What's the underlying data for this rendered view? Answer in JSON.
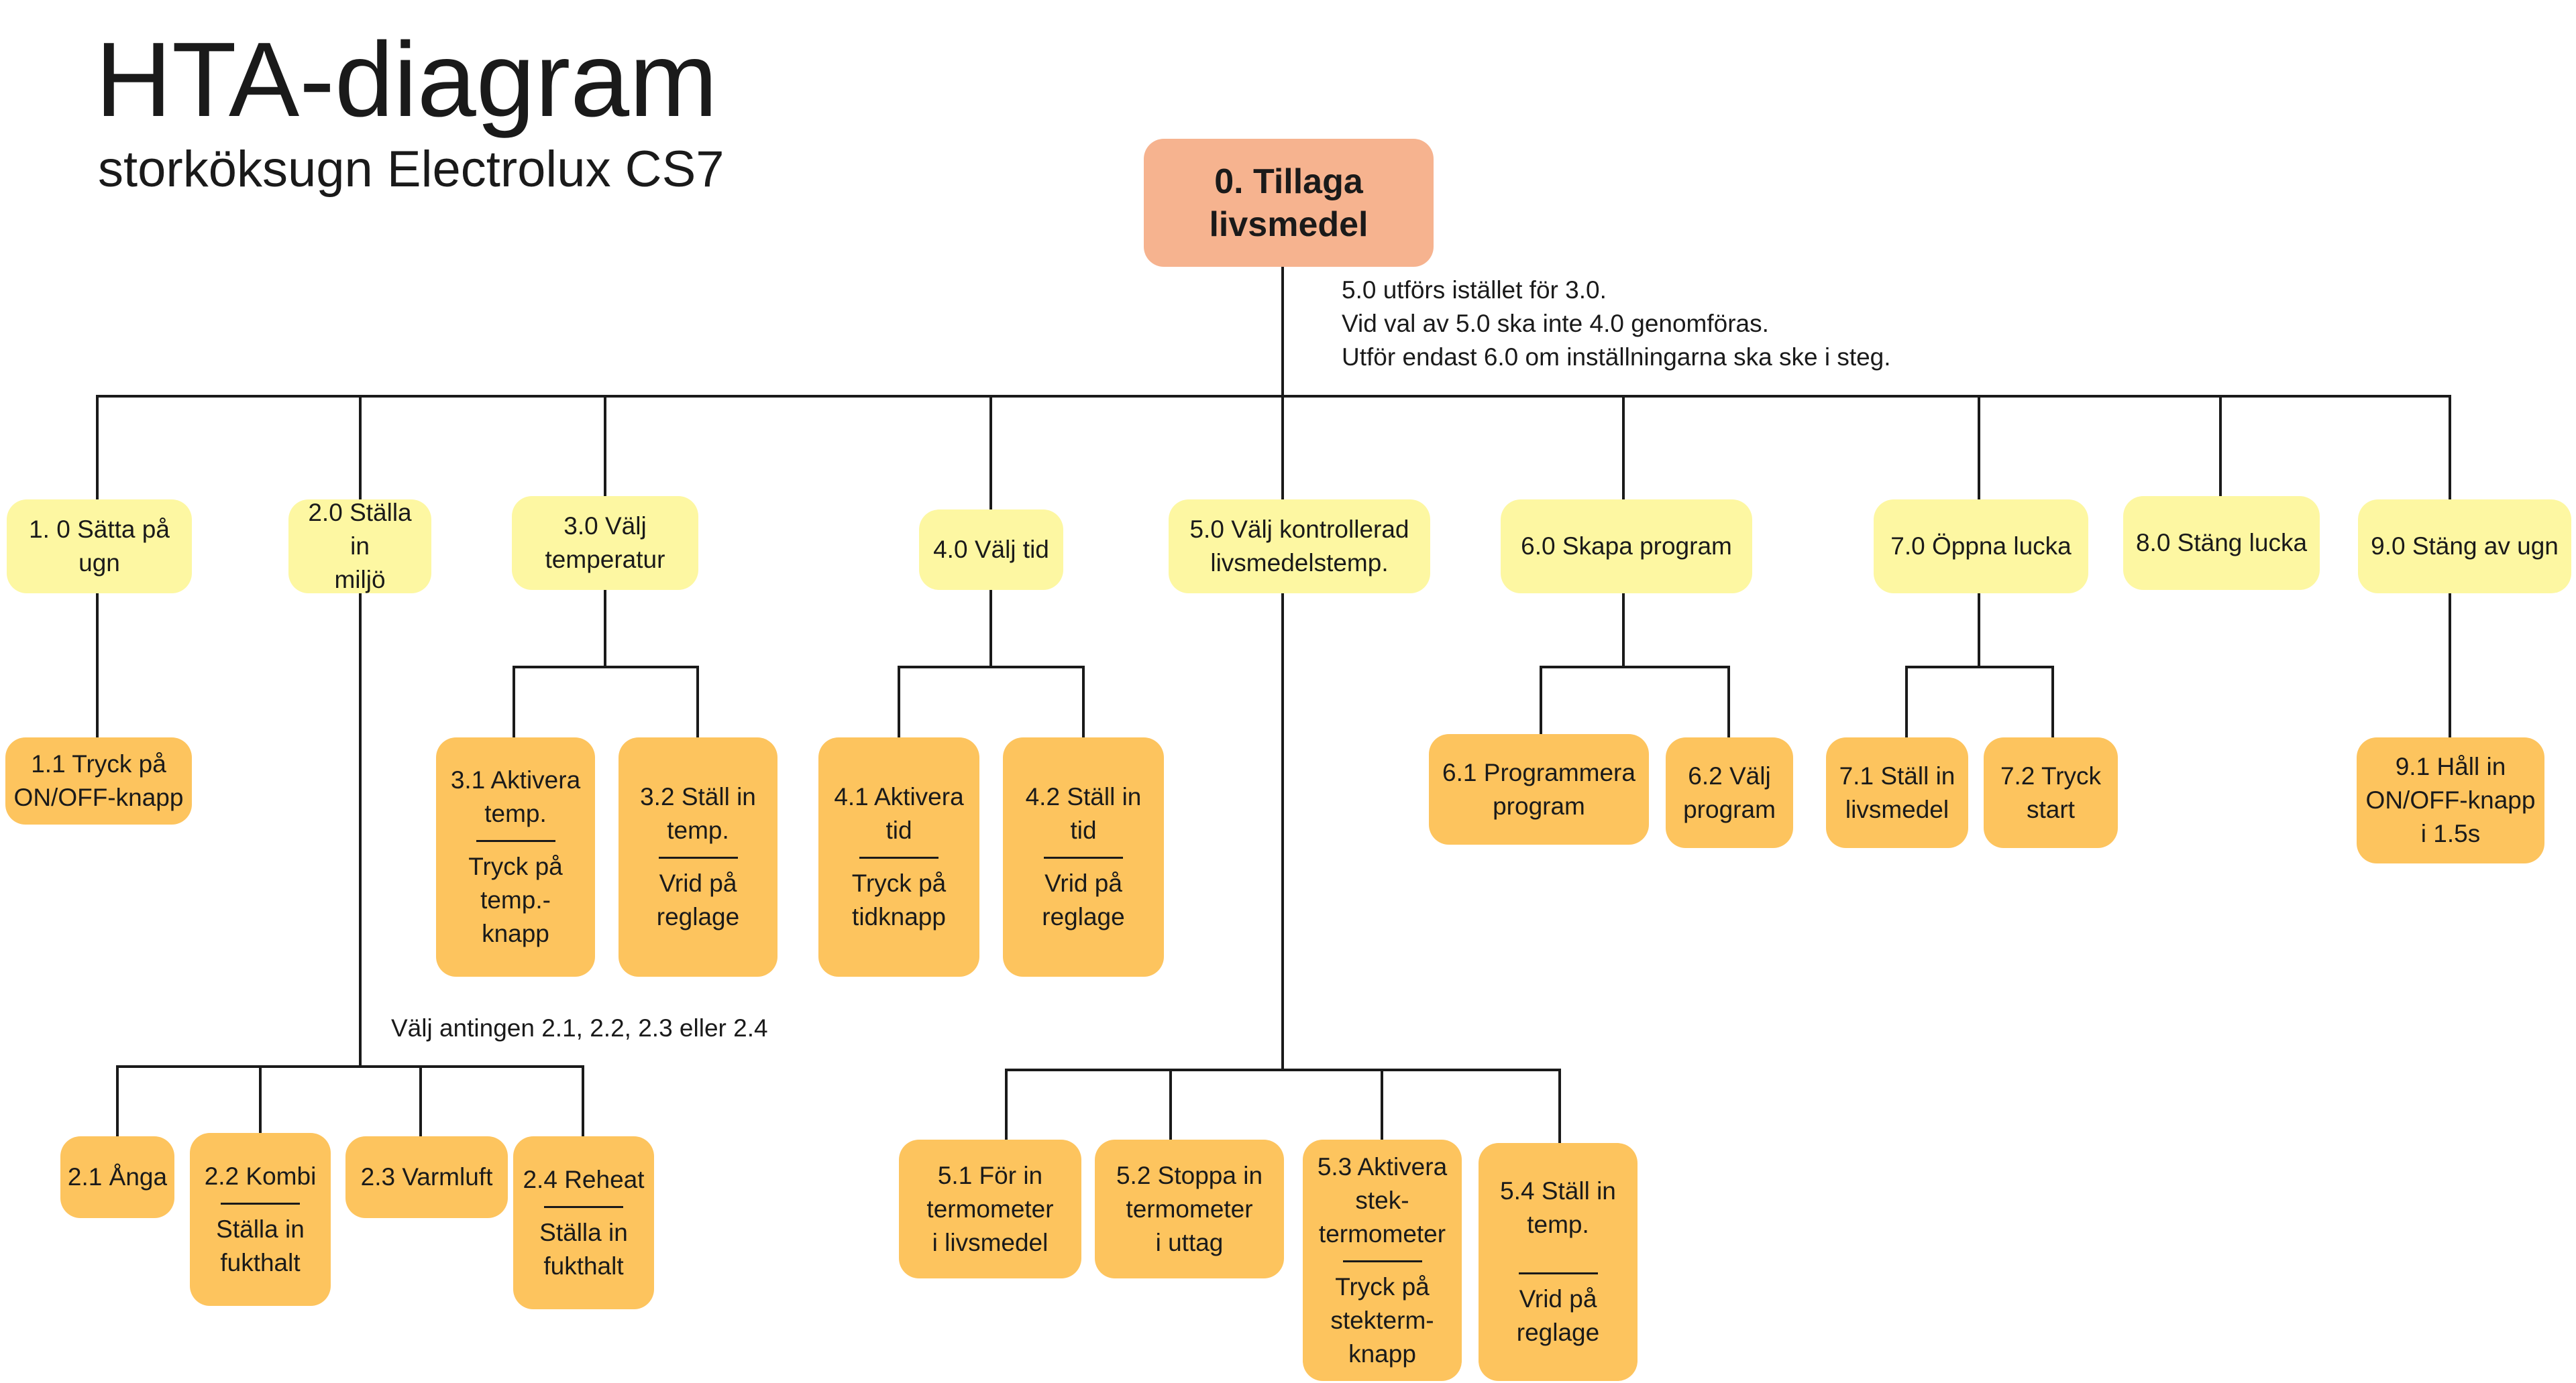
{
  "title": "HTA-diagram",
  "subtitle": "storköksugn Electrolux CS7",
  "root": "0. Tillaga\nlivsmedel",
  "root_notes": [
    "5.0 utförs istället för 3.0.",
    "Vid val av 5.0 ska inte 4.0 genomföras.",
    "Utför endast 6.0 om inställningarna ska ske i steg."
  ],
  "note_2": "Välj antingen 2.1, 2.2, 2.3 eller 2.4",
  "tasks": {
    "t1": "1. 0 Sätta på ugn",
    "t2": "2.0 Ställa in\nmiljö",
    "t3": "3.0 Välj\ntemperatur",
    "t4": "4.0 Välj tid",
    "t5": "5.0 Välj kontrollerad\nlivsmedelstemp.",
    "t6": "6.0 Skapa program",
    "t7": "7.0 Öppna lucka",
    "t8": "8.0 Stäng lucka",
    "t9": "9.0 Stäng av ugn"
  },
  "subtasks": {
    "s11": {
      "label": "1.1 Tryck på\nON/OFF-knapp"
    },
    "s21": {
      "label": "2.1 Ånga"
    },
    "s22": {
      "label": "2.2 Kombi",
      "sub": "Ställa in\nfukthalt"
    },
    "s23": {
      "label": "2.3 Varmluft"
    },
    "s24": {
      "label": "2.4 Reheat",
      "sub": "Ställa in\nfukthalt"
    },
    "s31": {
      "label": "3.1 Aktivera\ntemp.",
      "sub": "Tryck på\ntemp.-\nknapp"
    },
    "s32": {
      "label": "3.2 Ställ in\ntemp.",
      "sub": "Vrid på\nreglage"
    },
    "s41": {
      "label": "4.1 Aktivera\ntid",
      "sub": "Tryck på\ntidknapp"
    },
    "s42": {
      "label": "4.2 Ställ in\ntid",
      "sub": "Vrid på\nreglage"
    },
    "s51": {
      "label": "5.1 För in\ntermometer\ni livsmedel"
    },
    "s52": {
      "label": "5.2 Stoppa in\ntermometer\ni uttag"
    },
    "s53": {
      "label": "5.3 Aktivera\nstek-\ntermometer",
      "sub": "Tryck på\nstekterm-\nknapp"
    },
    "s54": {
      "label": "5.4 Ställ in\ntemp.",
      "sub": "Vrid på\nreglage"
    },
    "s61": {
      "label": "6.1 Programmera\nprogram"
    },
    "s62": {
      "label": "6.2 Välj\nprogram"
    },
    "s71": {
      "label": "7.1 Ställ in\nlivsmedel"
    },
    "s72": {
      "label": "7.2 Tryck\nstart"
    },
    "s91": {
      "label": "9.1 Håll in\nON/OFF-knapp\ni 1.5s"
    }
  },
  "colors": {
    "root": "#f6b38f",
    "level1": "#fdf7a2",
    "level2": "#fdc45e",
    "line": "#1a1a1a"
  }
}
